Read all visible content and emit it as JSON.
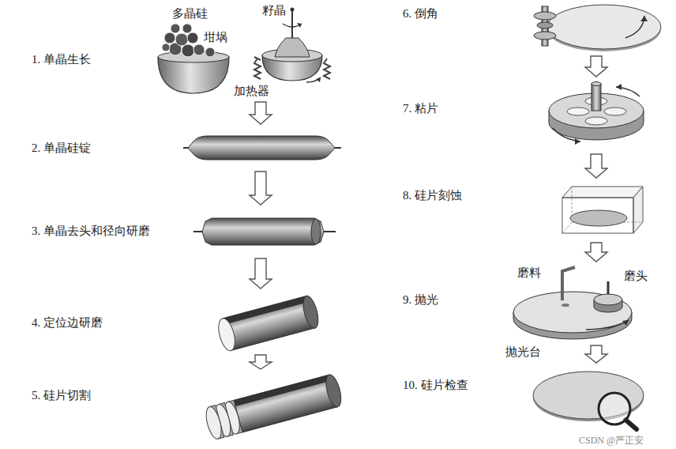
{
  "diagram": {
    "nodes": [
      {
        "text": [
          "1. 单晶生长"
        ]
      },
      {
        "text": [
          "2. 单晶硅锭"
        ]
      },
      {
        "text": [
          "3. 单晶去头和径向研磨"
        ]
      },
      {
        "text": [
          "4. 定位边研磨"
        ]
      },
      {
        "text": [
          "5. 硅片切割"
        ]
      },
      {
        "text": [
          "6. 倒角"
        ]
      },
      {
        "text": [
          "7. 粘片"
        ]
      },
      {
        "text": [
          "8. 硅片刻蚀"
        ]
      },
      {
        "text": [
          "9. 抛光"
        ]
      },
      {
        "text": [
          "10. 硅片检查"
        ]
      }
    ],
    "edges": [
      {
        "from": 0,
        "to": 1,
        "arrow": "to"
      },
      {
        "from": 1,
        "to": 2,
        "arrow": "to"
      },
      {
        "from": 2,
        "to": 3,
        "arrow": "to"
      },
      {
        "from": 3,
        "to": 4,
        "arrow": "to"
      },
      {
        "from": 5,
        "to": 6,
        "arrow": "to"
      },
      {
        "from": 6,
        "to": 7,
        "arrow": "to"
      },
      {
        "from": 7,
        "to": 8,
        "arrow": "to"
      },
      {
        "from": 8,
        "to": 9,
        "arrow": "to"
      }
    ],
    "labels": [
      "多晶硅",
      "籽晶",
      "坩埚",
      "加热器",
      "磨料",
      "磨头",
      "抛光台",
      "CSDN @严正安"
    ]
  }
}
